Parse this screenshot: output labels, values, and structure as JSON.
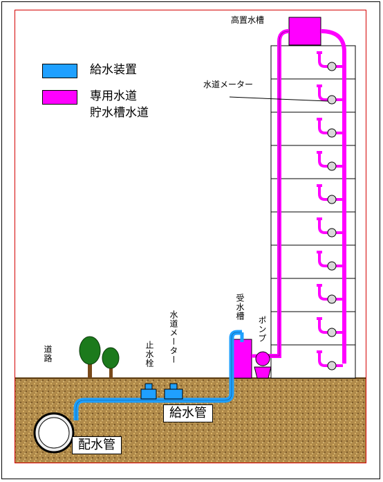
{
  "legend": {
    "supply_device": {
      "label": "給水装置",
      "color": "#1fa0ff"
    },
    "dedicated": {
      "label_line1": "専用水道",
      "label_line2": "貯水槽水道",
      "color": "#ff00ff"
    }
  },
  "labels": {
    "elevated_tank": "高置水槽",
    "water_meter_building": "水道メーター",
    "receiving_tank": "受水槽",
    "pump": "ポンプ",
    "water_meter_ground": "水道メーター",
    "stop_valve": "止水栓",
    "road": "道路",
    "supply_pipe": "給水管",
    "distribution_pipe": "配水管"
  },
  "colors": {
    "blue": "#1fa0ff",
    "magenta": "#ff00ff",
    "soil": "#b08a4a",
    "tree": "#1c7a1c",
    "trunk": "#7a4a1a"
  },
  "building": {
    "floors": 10
  }
}
